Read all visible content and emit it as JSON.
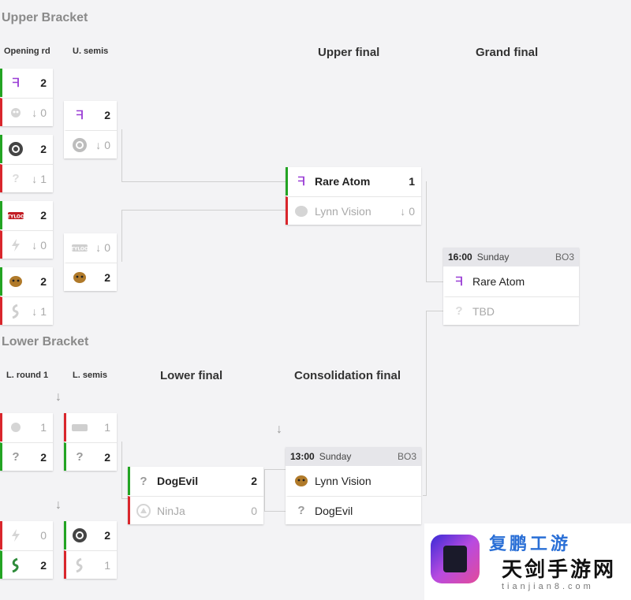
{
  "upper": {
    "title": "Upper Bracket",
    "cols": {
      "opening": "Opening rd",
      "semis": "U. semis",
      "final": "Upper final",
      "grand": "Grand final"
    }
  },
  "lower": {
    "title": "Lower Bracket",
    "cols": {
      "round1": "L. round 1",
      "semis": "L. semis",
      "final": "Lower final",
      "consolation": "Consolidation final"
    }
  },
  "colors": {
    "win": "#23a423",
    "lose": "#d9262c",
    "rare_atom": "#9b3fd6"
  },
  "matches": {
    "o1": {
      "t1": {
        "logo": "rare-atom-logo",
        "score": "2"
      },
      "t2": {
        "logo": "pirate-skull-logo",
        "score": "0"
      }
    },
    "o2": {
      "t1": {
        "logo": "circle-emblem-logo",
        "score": "2"
      },
      "t2": {
        "logo": "question-mark-logo",
        "score": "1"
      }
    },
    "o3": {
      "t1": {
        "logo": "tyloo-logo",
        "score": "2"
      },
      "t2": {
        "logo": "lightning-logo",
        "score": "0"
      }
    },
    "o4": {
      "t1": {
        "logo": "lynn-vision-logo",
        "score": "2"
      },
      "t2": {
        "logo": "dragon-logo",
        "score": "1"
      }
    },
    "s1": {
      "t1": {
        "logo": "rare-atom-logo",
        "score": "2"
      },
      "t2": {
        "logo": "circle-emblem-logo",
        "score": "0"
      }
    },
    "s2": {
      "t1": {
        "logo": "tyloo-logo",
        "score": "0"
      },
      "t2": {
        "logo": "lynn-vision-logo",
        "score": "2"
      }
    },
    "uf": {
      "t1": {
        "name": "Rare Atom",
        "score": "1"
      },
      "t2": {
        "name": "Lynn Vision",
        "score": "0"
      }
    },
    "gf": {
      "time": "16:00",
      "day": "Sunday",
      "bo": "BO3",
      "t1": {
        "name": "Rare Atom"
      },
      "t2": {
        "name": "TBD"
      }
    },
    "l1": {
      "t1": {
        "score": "1"
      },
      "t2": {
        "score": "2"
      }
    },
    "l2": {
      "t1": {
        "score": "0"
      },
      "t2": {
        "score": "2"
      }
    },
    "ls1": {
      "t1": {
        "score": "1"
      },
      "t2": {
        "score": "2"
      }
    },
    "ls2": {
      "t1": {
        "score": "2"
      },
      "t2": {
        "score": "1"
      }
    },
    "lf": {
      "t1": {
        "name": "DogEvil",
        "score": "2"
      },
      "t2": {
        "name": "NinJa",
        "score": "0"
      }
    },
    "cf": {
      "time": "13:00",
      "day": "Sunday",
      "bo": "BO3",
      "t1": {
        "name": "Lynn Vision"
      },
      "t2": {
        "name": "DogEvil"
      }
    }
  },
  "glyphs": {
    "question": "?",
    "arrow_down": "↓",
    "flag": "ᖷ"
  },
  "watermark": {
    "top": "复鹏工游",
    "main": "天剑手游网",
    "sub": "tianjian8.com"
  }
}
